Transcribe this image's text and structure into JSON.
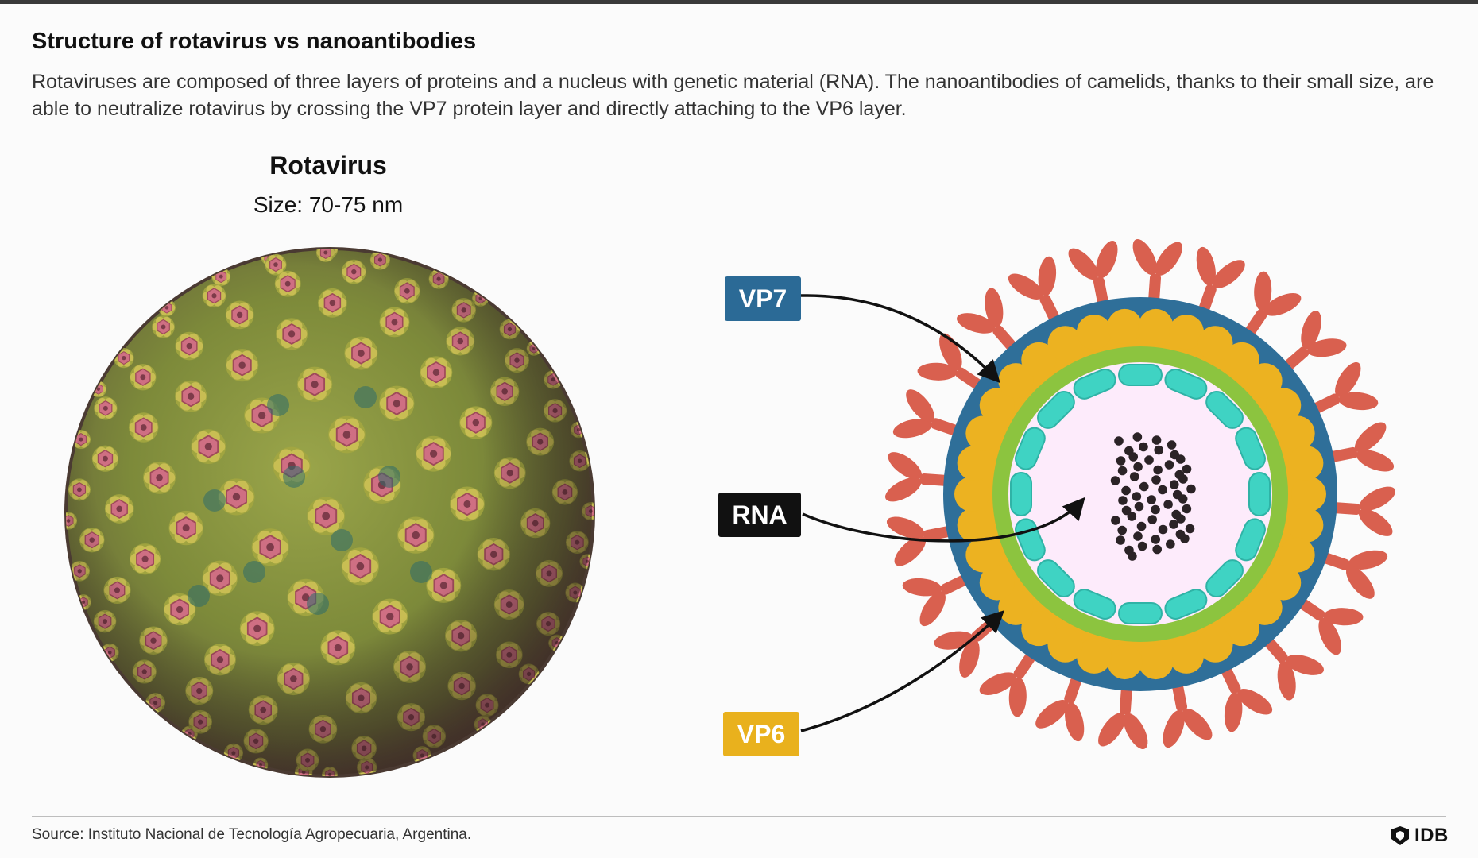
{
  "header": {
    "title": "Structure of rotavirus vs nanoantibodies",
    "subtitle": "Rotaviruses are composed of three layers of proteins and a nucleus with genetic material (RNA). The nanoantibodies of camelids, thanks to their small size, are able to neutralize rotavirus by crossing the VP7 protein layer and directly attaching to the VP6 layer."
  },
  "left_panel": {
    "title": "Rotavirus",
    "size": "Size: 70-75 nm"
  },
  "diagram": {
    "labels": {
      "vp7": "VP7",
      "rna": "RNA",
      "vp6": "VP6"
    },
    "colors": {
      "spike": "#d9604f",
      "vp7": "#2f6f99",
      "vp6": "#ecb221",
      "inner_layer": "#8cc43f",
      "capsomere": "#3fd3c3",
      "nucleus": "#fdebfb",
      "rna": "#2b2326"
    }
  },
  "footer": {
    "source": "Source: Instituto Nacional de Tecnología Agropecuaria, Argentina.",
    "logo": "IDB"
  }
}
